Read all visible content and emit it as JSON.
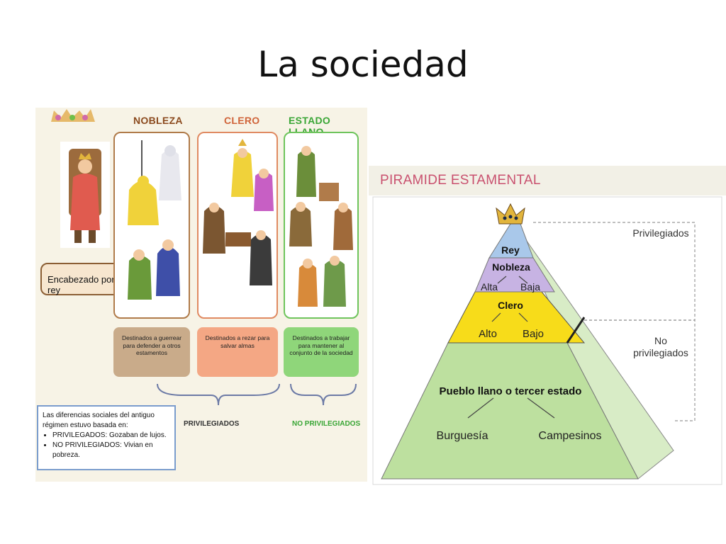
{
  "slide": {
    "title": "La sociedad"
  },
  "estamentos": {
    "columns": [
      {
        "title": "NOBLEZA",
        "description": "Destinados a guerrear para defender a otros estamentos",
        "title_color": "#8b4a1e",
        "border_color": "#b07b4a",
        "desc_bg": "#c9ab8a"
      },
      {
        "title": "CLERO",
        "description": "Destinados a rezar para salvar almas",
        "title_color": "#d0643a",
        "border_color": "#e08a62",
        "desc_bg": "#f4a784"
      },
      {
        "title": "ESTADO LLANO",
        "description": "Destinados a trabajar para mantener al conjunto de la sociedad",
        "title_color": "#3aa636",
        "border_color": "#6ec45c",
        "desc_bg": "#8fd67a"
      }
    ],
    "encabezado": "Encabezado por el rey",
    "brace_privilegiados": "PRIVILEGIADOS",
    "brace_no_privilegiados": "NO PRIVILEGIADOS",
    "note": {
      "intro": "Las diferencias sociales del antiguo régimen estuvo basada en:",
      "items": [
        "PRIVILEGADOS: Gozaban de lujos.",
        "NO PRIVILEGIADOS: Vivian en pobreza."
      ]
    }
  },
  "piramide": {
    "title": "PIRAMIDE ESTAMENTAL",
    "tiers": {
      "rey": "Rey",
      "nobleza": "Nobleza",
      "nobleza_alta": "Alta",
      "nobleza_baja": "Baja",
      "clero": "Clero",
      "clero_alto": "Alto",
      "clero_bajo": "Bajo",
      "pueblo": "Pueblo llano o tercer estado",
      "burguesia": "Burguesía",
      "campesinos": "Campesinos"
    },
    "groups": {
      "privilegiados": "Privilegiados",
      "no_1": "No",
      "no_2": "privilegiados"
    },
    "colors": {
      "rey": "#a9c8ea",
      "nobleza": "#c7b3e3",
      "clero": "#f7dc1a",
      "pueblo": "#bde09f"
    }
  }
}
